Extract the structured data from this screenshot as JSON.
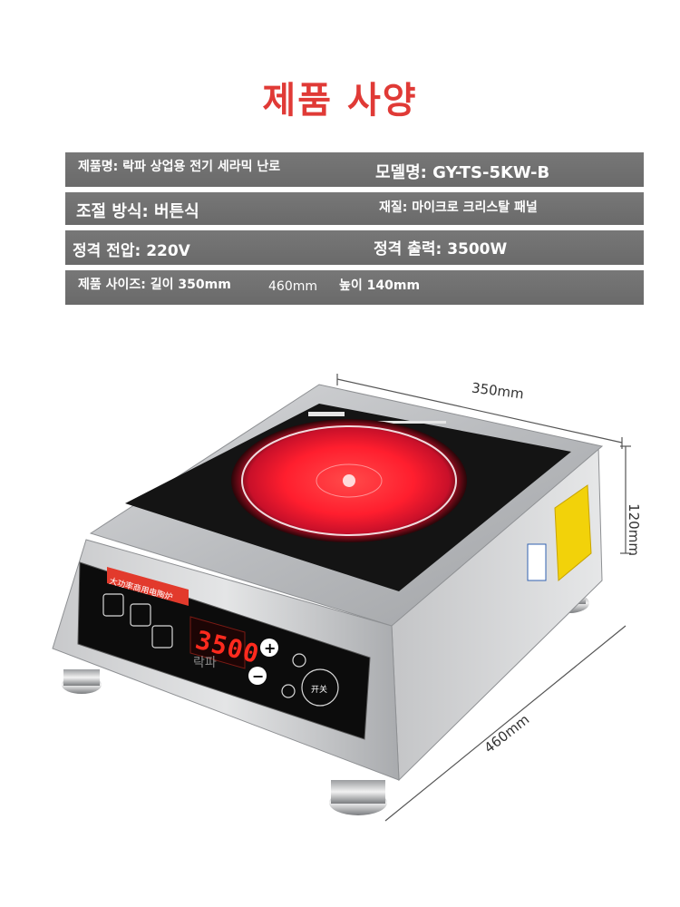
{
  "title": "제품 사양",
  "specs": {
    "product_name": "제품명: 락파 상업용 전기 세라믹 난로",
    "model": "모델명: GY-TS-5KW-B",
    "control": "조절 방식: 버튼식",
    "material": "재질: 마이크로 크리스탈 패널",
    "voltage": "정격 전압: 220V",
    "power": "정격 출력: 3500W",
    "size": "제품 사이즈: 길이 350mm",
    "width": "460mm",
    "height": "높이 140mm"
  },
  "dimensions": {
    "top": "350mm",
    "side": "120mm",
    "front": "460mm"
  },
  "panel": {
    "banner": "大功率商用电陶炉",
    "display": "3500",
    "watermark": "락파",
    "plus": "+",
    "minus": "−",
    "switch": "开关"
  },
  "colors": {
    "title": "#e03a36",
    "spec_bar": "#6f6f6f",
    "display": "#ff2a1e"
  }
}
